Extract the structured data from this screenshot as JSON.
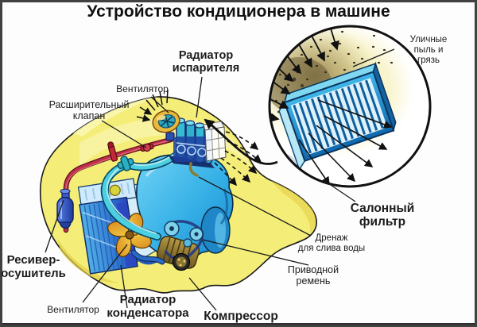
{
  "title": "Устройство кондиционера в машине",
  "diagram": {
    "labels": {
      "evaporator_radiator": "Радиатор\nиспарителя",
      "fan_top": "Вентилятор",
      "expansion_valve": "Расширительный\nклапан",
      "street_dust": "Уличные пыль и грязь",
      "cabin_filter": "Салонный\nфильтр",
      "drain": "Дренаж\nдля слива воды",
      "drive_belt": "Приводной\nремень",
      "receiver_dryer": "Ресивер-\nосушитель",
      "fan_bottom": "Вентилятор",
      "condenser_radiator": "Радиатор\nконденсатора",
      "compressor": "Компрессор"
    },
    "colors": {
      "car_body_yellow": "#f4ee79",
      "engine_blue": "#3cb9e9",
      "tube_red": "#c03048",
      "tube_cyan": "#4ccfe0",
      "filter_blue": "#2196d4",
      "label_text": "#1c1c1c"
    }
  }
}
